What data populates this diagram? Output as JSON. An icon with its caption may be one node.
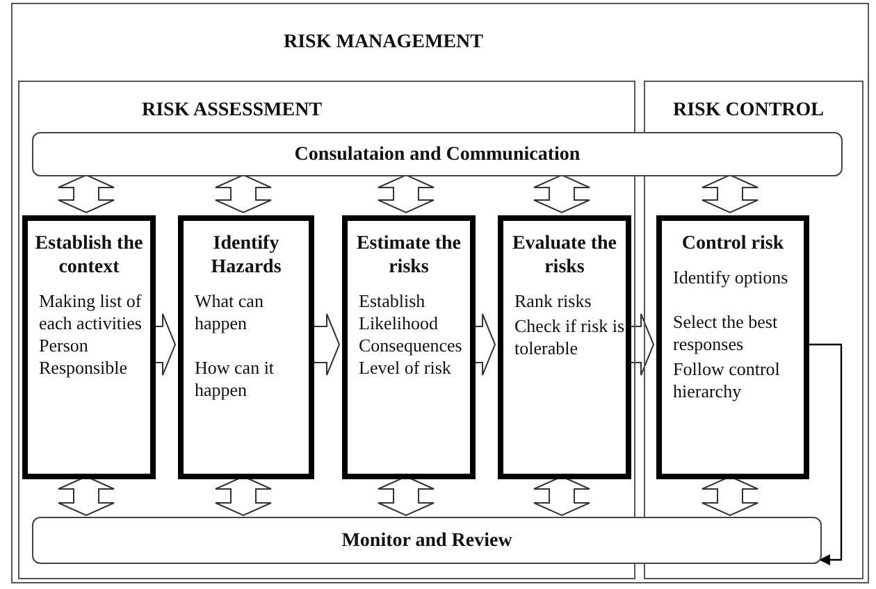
{
  "diagram": {
    "nodes": [
      {
        "text": [
          "RISK MANAGEMENT"
        ]
      },
      {
        "text": [
          "RISK ASSESSMENT"
        ],
        "in": 0
      },
      {
        "text": [
          "RISK CONTROL"
        ],
        "in": 0
      },
      {
        "text": [
          "Consulataion and Communication"
        ],
        "in": 0
      },
      {
        "text": [
          "Establish the context",
          "Making list of each activities Person Responsible"
        ],
        "in": 1
      },
      {
        "text": [
          "Identify Hazards",
          "What can happen",
          "How can it happen"
        ],
        "in": 1
      },
      {
        "text": [
          "Estimate the risks",
          "Establish Likelihood Consequences Level of risk"
        ],
        "in": 1
      },
      {
        "text": [
          "Evaluate the risks",
          "Rank risks",
          "Check if risk is tolerable"
        ],
        "in": 1
      },
      {
        "text": [
          "Control risk",
          "Identify options",
          "Select the best responses",
          "Follow control hierarchy"
        ],
        "in": 2
      },
      {
        "text": [
          "Monitor and Review"
        ],
        "in": 0
      }
    ],
    "edges": [
      {
        "from": 3,
        "to": 4,
        "arrow": "both"
      },
      {
        "from": 3,
        "to": 5,
        "arrow": "both"
      },
      {
        "from": 3,
        "to": 6,
        "arrow": "both"
      },
      {
        "from": 3,
        "to": 7,
        "arrow": "both"
      },
      {
        "from": 3,
        "to": 8,
        "arrow": "both"
      },
      {
        "from": 4,
        "to": 5,
        "arrow": "to"
      },
      {
        "from": 5,
        "to": 6,
        "arrow": "to"
      },
      {
        "from": 6,
        "to": 7,
        "arrow": "to"
      },
      {
        "from": 7,
        "to": 8,
        "arrow": "to"
      },
      {
        "from": 4,
        "to": 9,
        "arrow": "both"
      },
      {
        "from": 5,
        "to": 9,
        "arrow": "both"
      },
      {
        "from": 6,
        "to": 9,
        "arrow": "both"
      },
      {
        "from": 7,
        "to": 9,
        "arrow": "both"
      },
      {
        "from": 8,
        "to": 9,
        "arrow": "both"
      },
      {
        "from": 8,
        "to": 9,
        "arrow": "to"
      }
    ]
  }
}
